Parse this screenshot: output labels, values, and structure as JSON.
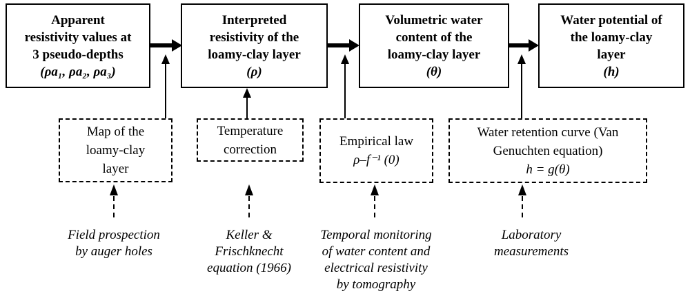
{
  "top_boxes": [
    {
      "lines": [
        "Apparent",
        "resistivity values at",
        "3 pseudo-depths"
      ],
      "symbol": "(ρa₁, ρa₂, ρa₃)"
    },
    {
      "lines": [
        "Interpreted",
        "resistivity of the",
        "loamy-clay layer"
      ],
      "symbol": "(ρ)"
    },
    {
      "lines": [
        "Volumetric water",
        "content of the",
        "loamy-clay layer"
      ],
      "symbol": "(θ)"
    },
    {
      "lines": [
        "Water potential of",
        "the loamy-clay",
        "layer"
      ],
      "symbol": "(h)"
    }
  ],
  "process_boxes": [
    {
      "lines": [
        "Map of the",
        "loamy-clay",
        "layer"
      ],
      "formula": ""
    },
    {
      "lines": [
        "Temperature",
        "correction"
      ],
      "formula": ""
    },
    {
      "lines": [
        "Empirical law"
      ],
      "formula": "ρ–f⁻¹ (0)"
    },
    {
      "lines": [
        "Water retention curve (Van",
        "Genuchten equation)"
      ],
      "formula": "h = g(θ)"
    }
  ],
  "source_labels": [
    {
      "lines": [
        "Field prospection",
        "by auger holes"
      ]
    },
    {
      "lines": [
        "Keller &",
        "Frischknecht",
        "equation (1966)"
      ]
    },
    {
      "lines": [
        "Temporal monitoring",
        "of water content and",
        "electrical resistivity",
        "by tomography"
      ]
    },
    {
      "lines": [
        "Laboratory",
        "measurements"
      ]
    }
  ],
  "colors": {
    "ink": "#000000",
    "background": "#ffffff"
  }
}
